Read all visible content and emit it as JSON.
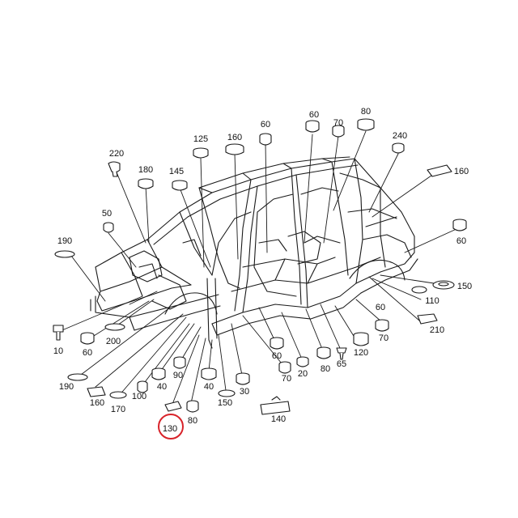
{
  "diagram": {
    "highlight_color": "#d8232a",
    "labels": [
      {
        "id": "220",
        "text": "220"
      },
      {
        "id": "125",
        "text": "125"
      },
      {
        "id": "160a",
        "text": "160"
      },
      {
        "id": "60a",
        "text": "60"
      },
      {
        "id": "60b",
        "text": "60"
      },
      {
        "id": "70a",
        "text": "70"
      },
      {
        "id": "80a",
        "text": "80"
      },
      {
        "id": "240",
        "text": "240"
      },
      {
        "id": "180",
        "text": "180"
      },
      {
        "id": "145",
        "text": "145"
      },
      {
        "id": "160b",
        "text": "160"
      },
      {
        "id": "50",
        "text": "50"
      },
      {
        "id": "190a",
        "text": "190"
      },
      {
        "id": "60c",
        "text": "60"
      },
      {
        "id": "150",
        "text": "150"
      },
      {
        "id": "110",
        "text": "110"
      },
      {
        "id": "210",
        "text": "210"
      },
      {
        "id": "10",
        "text": "10"
      },
      {
        "id": "60d",
        "text": "60"
      },
      {
        "id": "200",
        "text": "200"
      },
      {
        "id": "60e",
        "text": "60"
      },
      {
        "id": "70b",
        "text": "70"
      },
      {
        "id": "120",
        "text": "120"
      },
      {
        "id": "60f",
        "text": "60"
      },
      {
        "id": "20",
        "text": "20"
      },
      {
        "id": "80b",
        "text": "80"
      },
      {
        "id": "65",
        "text": "65"
      },
      {
        "id": "90",
        "text": "90"
      },
      {
        "id": "40a",
        "text": "40"
      },
      {
        "id": "40b",
        "text": "40"
      },
      {
        "id": "30",
        "text": "30"
      },
      {
        "id": "70c",
        "text": "70"
      },
      {
        "id": "190b",
        "text": "190"
      },
      {
        "id": "160c",
        "text": "160"
      },
      {
        "id": "100",
        "text": "100"
      },
      {
        "id": "150b",
        "text": "150"
      },
      {
        "id": "170",
        "text": "170"
      },
      {
        "id": "140",
        "text": "140"
      },
      {
        "id": "130",
        "text": "130",
        "highlighted": true
      },
      {
        "id": "80c",
        "text": "80"
      }
    ]
  }
}
